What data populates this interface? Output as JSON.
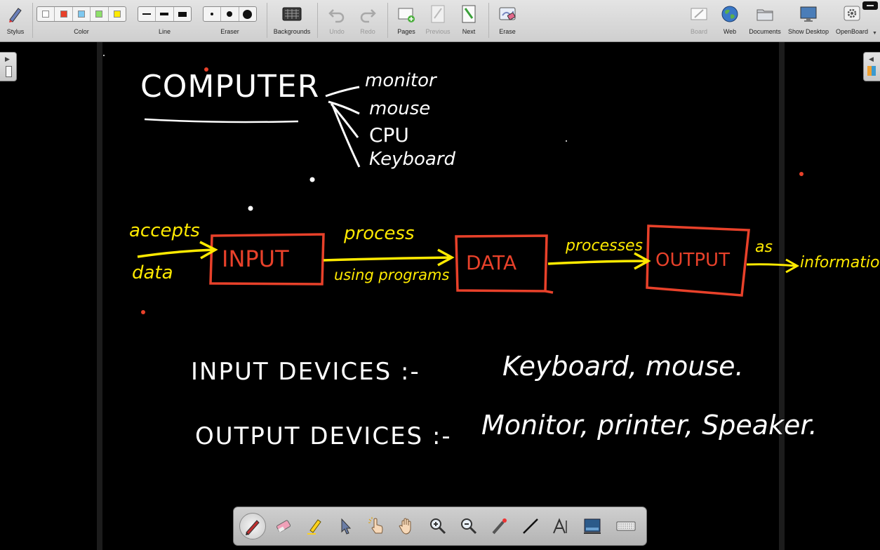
{
  "toolbar": {
    "stylus": "Stylus",
    "color": "Color",
    "line": "Line",
    "eraser": "Eraser",
    "backgrounds": "Backgrounds",
    "undo": "Undo",
    "redo": "Redo",
    "pages": "Pages",
    "previous": "Previous",
    "next": "Next",
    "erase": "Erase",
    "board": "Board",
    "web": "Web",
    "documents": "Documents",
    "show_desktop": "Show Desktop",
    "openboard": "OpenBoard"
  },
  "colors": {
    "swatches": [
      "#ffffff",
      "#e8412a",
      "#7ec8f0",
      "#8ee06a",
      "#ffea00"
    ],
    "ink_white": "#ffffff",
    "ink_red": "#e8412a",
    "ink_yellow": "#ffea00",
    "board": "#000000"
  },
  "board": {
    "title": "COMPUTER",
    "parts": [
      "monitor",
      "mouse",
      "CPU",
      "Keyboard"
    ],
    "flow": {
      "in_label_1": "accepts",
      "in_label_2": "data",
      "box_input": "INPUT",
      "arrow_top": "process",
      "arrow_bottom": "using programs",
      "box_data": "DATA",
      "arrow_2": "processes",
      "box_output": "OUTPUT",
      "arrow_3": "as",
      "result": "information"
    },
    "input_devices_label": "INPUT  DEVICES :-",
    "input_devices": "Keyboard, mouse.",
    "output_devices_label": "OUTPUT  DEVICES :-",
    "output_devices": "Monitor, printer, Speaker."
  },
  "dock_tools": [
    "pen-tool",
    "eraser-tool",
    "marker-tool",
    "selector-tool",
    "interact-tool",
    "hand-tool",
    "zoom-in-tool",
    "zoom-out-tool",
    "laser-pointer-tool",
    "line-tool",
    "text-tool",
    "capture-tool",
    "keyboard-tool"
  ]
}
